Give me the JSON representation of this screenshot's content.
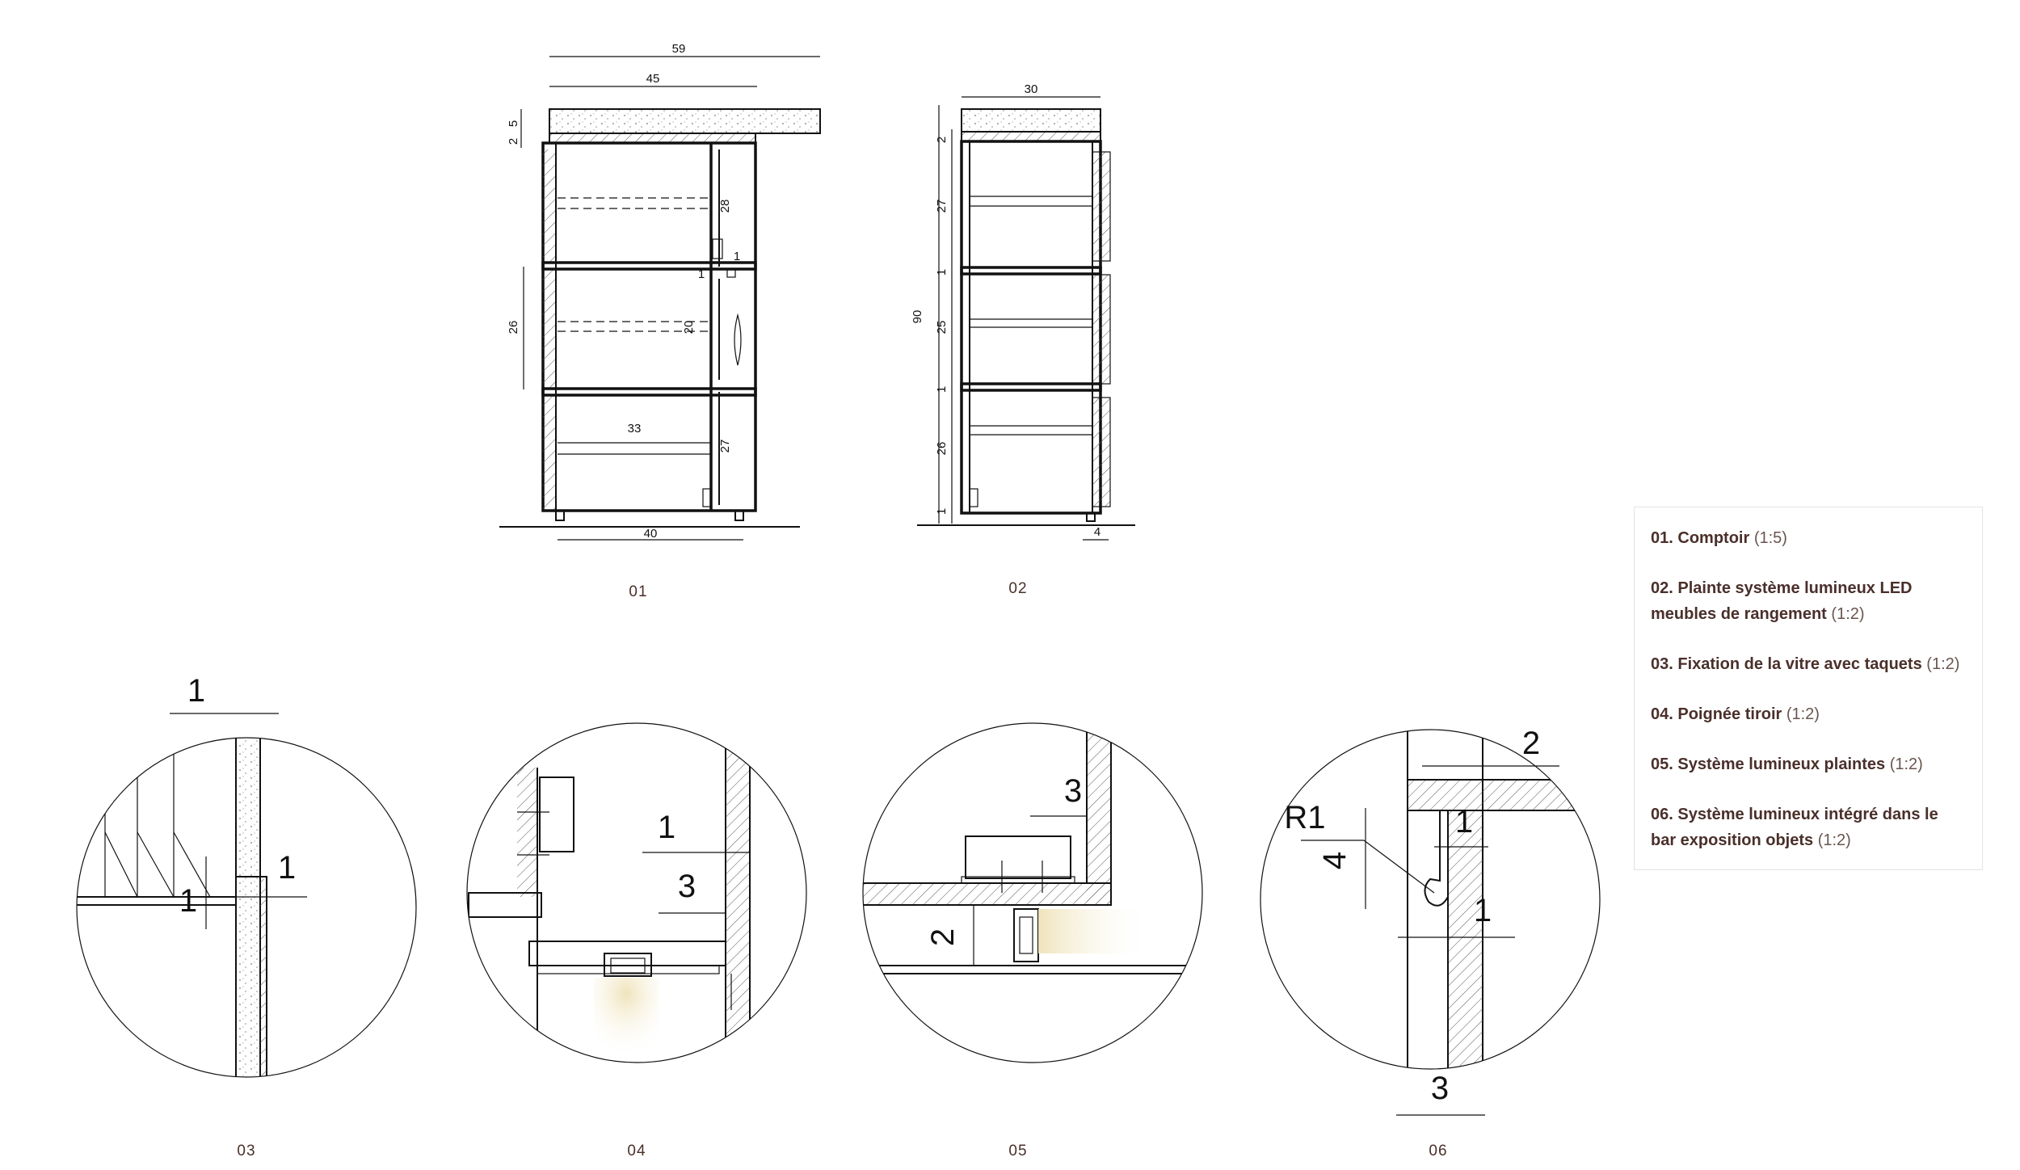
{
  "sections": {
    "s01": {
      "id": "01",
      "dims": {
        "d59": "59",
        "d45": "45",
        "d5": "5",
        "d2": "2",
        "d26": "26",
        "d28": "28",
        "d20": "20",
        "d27": "27",
        "d33": "33",
        "d40": "40",
        "d1a": "1",
        "d1b": "1"
      }
    },
    "s02": {
      "id": "02",
      "dims": {
        "d30": "30",
        "d2": "2",
        "d27": "27",
        "d1a": "1",
        "d90": "90",
        "d25": "25",
        "d1b": "1",
        "d26": "26",
        "d1c": "1",
        "d4": "4"
      }
    }
  },
  "details": {
    "d03": {
      "id": "03",
      "dims": {
        "top": "1",
        "right": "1",
        "left": "1"
      }
    },
    "d04": {
      "id": "04",
      "dims": {
        "a": "1",
        "b": "3"
      }
    },
    "d05": {
      "id": "05",
      "dims": {
        "a": "3",
        "b": "2"
      }
    },
    "d06": {
      "id": "06",
      "dims": {
        "a": "2",
        "r": "R1",
        "b": "1",
        "c": "4",
        "d": "1",
        "e": "3"
      }
    }
  },
  "legend": [
    {
      "num": "01.",
      "title": "Comptoir",
      "scale": "(1:5)"
    },
    {
      "num": "02.",
      "title": "Plainte système lumineux LED meubles de rangement",
      "scale": "(1:2)"
    },
    {
      "num": "03.",
      "title": "Fixation de la vitre avec taquets",
      "scale": "(1:2)"
    },
    {
      "num": "04.",
      "title": "Poignée tiroir",
      "scale": "(1:2)"
    },
    {
      "num": "05.",
      "title": "Système lumineux plaintes",
      "scale": "(1:2)"
    },
    {
      "num": "06.",
      "title": "Système lumineux intégré dans le bar exposition objets",
      "scale": "(1:2)"
    }
  ],
  "colors": {
    "caption": "#4a2f2a",
    "line": "#111111",
    "legend_border": "#e6e3e1",
    "led_glow": "#f2e6bf"
  }
}
